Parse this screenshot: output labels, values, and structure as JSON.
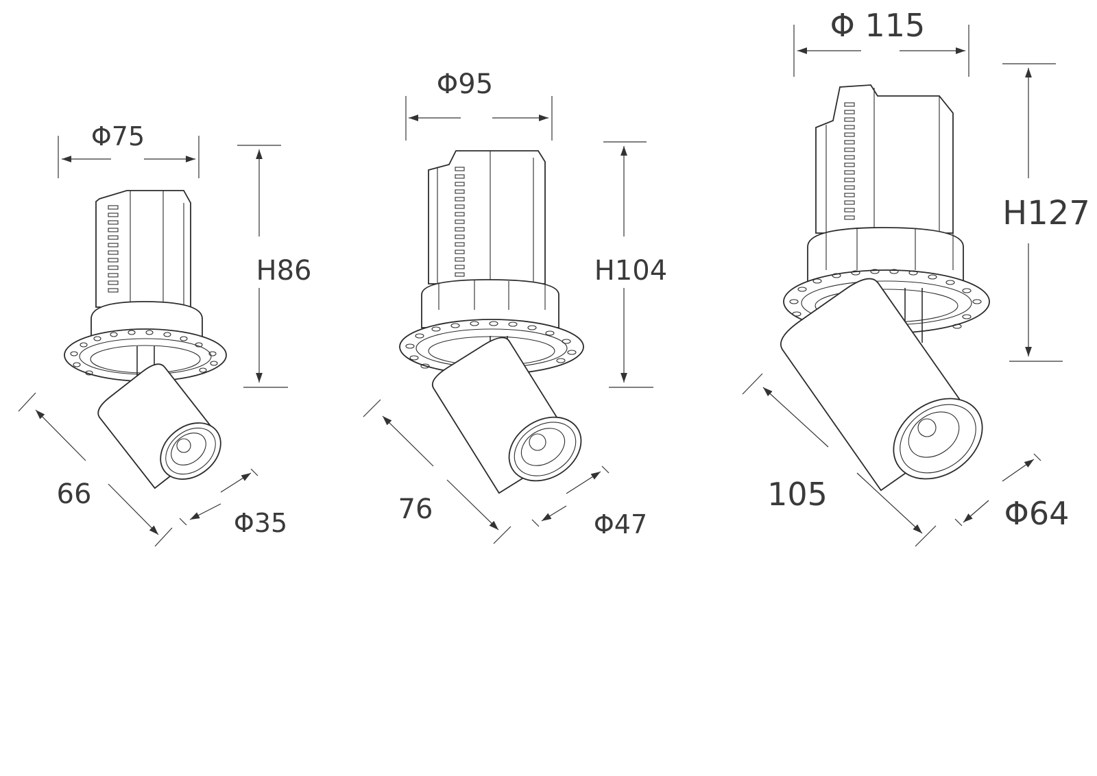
{
  "products": [
    {
      "id": "small",
      "diameter_top": "Φ75",
      "height": "H86",
      "length": "66",
      "diameter_head": "Φ35"
    },
    {
      "id": "medium",
      "diameter_top": "Φ95",
      "height": "H104",
      "length": "76",
      "diameter_head": "Φ47"
    },
    {
      "id": "large",
      "diameter_top": "Φ 115",
      "height": "H127",
      "length": "105",
      "diameter_head": "Φ64"
    }
  ],
  "colors": {
    "line": "#2b2b2b",
    "text": "#3a3a3a",
    "background": "#ffffff"
  }
}
